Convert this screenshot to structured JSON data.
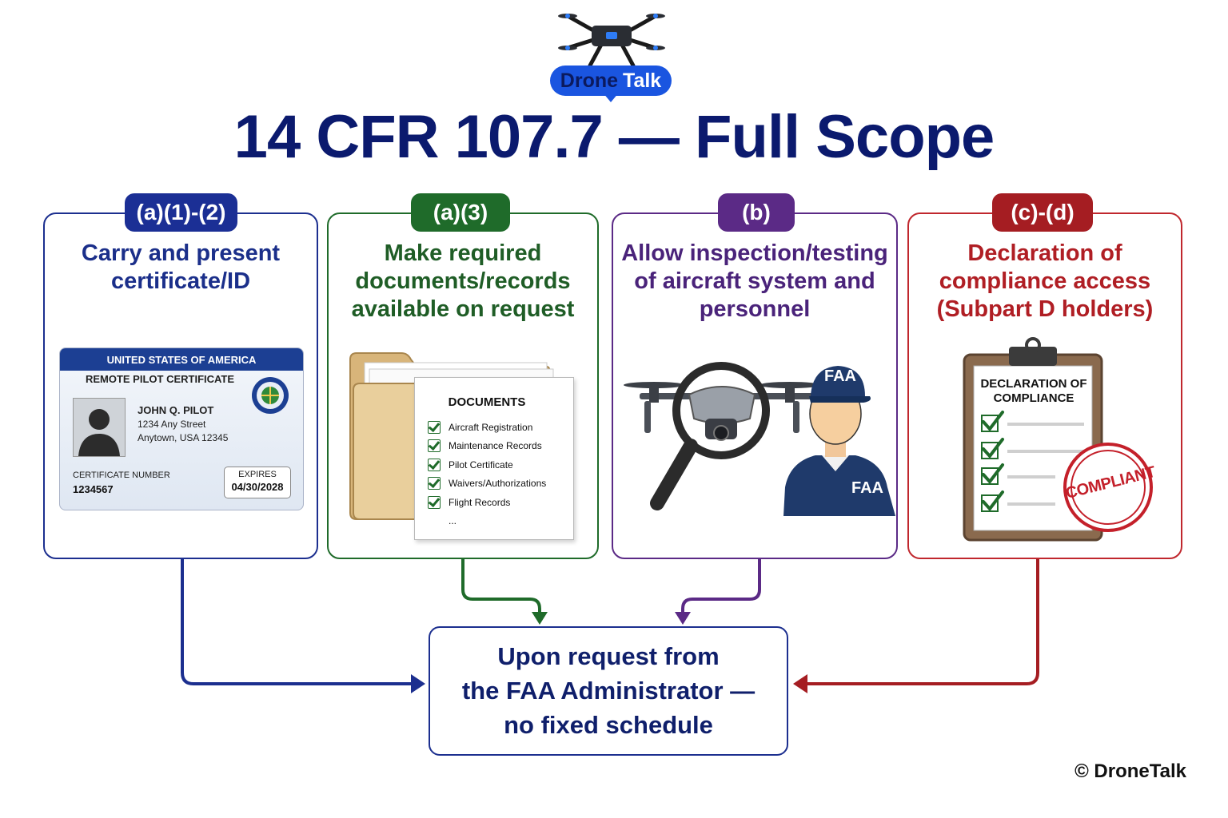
{
  "logo": {
    "word1": "Drone",
    "word2": "Talk"
  },
  "title": "14 CFR 107.7 — Full Scope",
  "panels": [
    {
      "badge": "(a)(1)-(2)",
      "title_lines": [
        "Carry and present",
        "certificate/ID"
      ],
      "color": "#1c2f8f"
    },
    {
      "badge": "(a)(3)",
      "title_lines": [
        "Make required",
        "documents/records",
        "available on request"
      ],
      "color": "#1f6b2a"
    },
    {
      "badge": "(b)",
      "title_lines": [
        "Allow inspection/testing",
        "of aircraft system and",
        "personnel"
      ],
      "color": "#5b2a86"
    },
    {
      "badge": "(c)-(d)",
      "title_lines": [
        "Declaration of",
        "compliance access",
        "(Subpart D holders)"
      ],
      "color": "#c0272d"
    }
  ],
  "id_card": {
    "header": "UNITED STATES OF AMERICA",
    "subtitle": "REMOTE PILOT CERTIFICATE",
    "name": "JOHN Q. PILOT",
    "address_line1": "1234 Any Street",
    "address_line2": "Anytown, USA 12345",
    "cert_label": "CERTIFICATE NUMBER",
    "cert_number": "1234567",
    "expires_label": "EXPIRES",
    "expires_date": "04/30/2028"
  },
  "documents": {
    "title": "DOCUMENTS",
    "items": [
      "Aircraft Registration",
      "Maintenance Records",
      "Pilot Certificate",
      "Waivers/Authorizations",
      "Flight Records"
    ],
    "ellipsis": "..."
  },
  "inspection": {
    "cap_text": "FAA",
    "shirt_text": "FAA"
  },
  "declaration": {
    "title_line1": "DECLARATION OF",
    "title_line2": "COMPLIANCE",
    "stamp": "COMPLIANT"
  },
  "center": {
    "lines": [
      "Upon request from",
      "the FAA Administrator —",
      "no fixed schedule"
    ]
  },
  "copyright": "© DroneTalk"
}
